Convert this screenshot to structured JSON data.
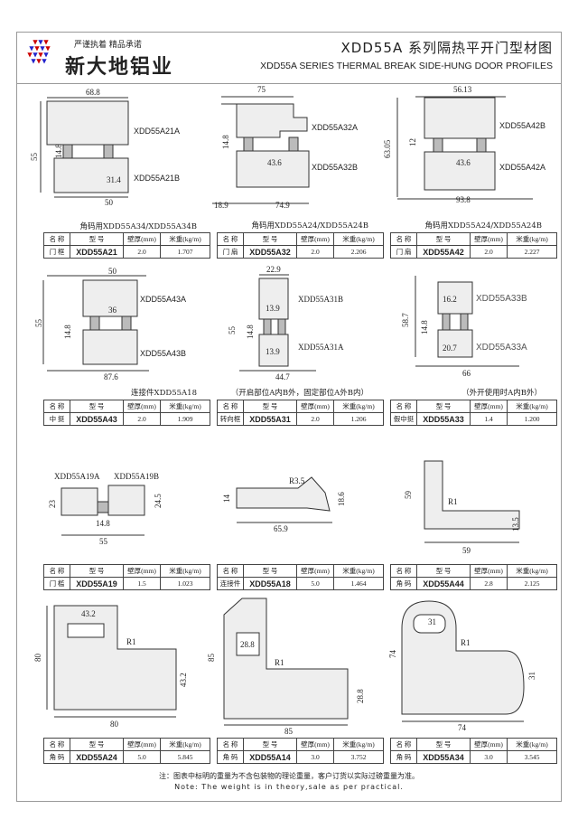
{
  "header": {
    "slogan": "严谨执着 精品承诺",
    "brand": "新大地铝业",
    "title_cn": "XDD55A 系列隔热平开门型材图",
    "title_en": "XDD55A  SERIES THERMAL BREAK SIDE-HUNG DOOR PROFILES"
  },
  "table_headers": [
    "名 称",
    "型 号",
    "壁厚(mm)",
    "米重(kg/m)"
  ],
  "cells": [
    {
      "dims": [
        "68.8",
        "55",
        "14.8",
        "31.4",
        "50"
      ],
      "parts": [
        "XDD55A21A",
        "XDD55A21B"
      ],
      "caption": "角码用XDD55A34/XDD55A34B",
      "row": [
        "门 框",
        "XDD55A21",
        "2.0",
        "1.707"
      ]
    },
    {
      "dims": [
        "75",
        "14.8",
        "43.6",
        "18.9",
        "74.9"
      ],
      "parts": [
        "XDD55A32A",
        "XDD55A32B"
      ],
      "caption": "角码用XDD55A24/XDD55A24B",
      "row": [
        "门 扇",
        "XDD55A32",
        "2.0",
        "2.206"
      ]
    },
    {
      "dims": [
        "56.13",
        "63.05",
        "12",
        "43.6",
        "93.8"
      ],
      "parts": [
        "XDD55A42B",
        "XDD55A42A"
      ],
      "caption": "角码用XDD55A24/XDD55A24B",
      "row": [
        "门 扇",
        "XDD55A42",
        "2.0",
        "2.227"
      ]
    },
    {
      "dims": [
        "50",
        "36",
        "55",
        "14.8",
        "87.6"
      ],
      "parts": [
        "XDD55A43A",
        "XDD55A43B"
      ],
      "caption": "连接件XDD55A18",
      "row": [
        "中 挺",
        "XDD55A43",
        "2.0",
        "1.909"
      ]
    },
    {
      "dims": [
        "22.9",
        "13.9",
        "55",
        "14.8",
        "13.9",
        "44.7"
      ],
      "parts": [
        "XDD55A31B",
        "XDD55A31A"
      ],
      "caption": "（开启部位A内B外，固定部位A外B内）",
      "row": [
        "转向框",
        "XDD55A31",
        "2.0",
        "1.206"
      ]
    },
    {
      "dims": [
        "16.2",
        "58.7",
        "14.8",
        "20.7",
        "66"
      ],
      "parts": [
        "XDD55A33B",
        "XDD55A33A"
      ],
      "caption": "（外开使用时A内B外）",
      "row": [
        "假中挺",
        "XDD55A33",
        "1.4",
        "1.200"
      ]
    },
    {
      "dims": [
        "23",
        "24.5",
        "14.8",
        "55"
      ],
      "parts": [
        "XDD55A19A",
        "XDD55A19B"
      ],
      "row": [
        "门 槛",
        "XDD55A19",
        "1.5",
        "1.023"
      ]
    },
    {
      "dims": [
        "R3.5",
        "14",
        "18.6",
        "65.9"
      ],
      "row": [
        "连接件",
        "XDD55A18",
        "5.0",
        "1.464"
      ]
    },
    {
      "dims": [
        "59",
        "R1",
        "13.5",
        "59"
      ],
      "row": [
        "角 码",
        "XDD55A44",
        "2.8",
        "2.125"
      ]
    },
    {
      "dims": [
        "43.2",
        "80",
        "R1",
        "43.2",
        "80"
      ],
      "row": [
        "角 码",
        "XDD55A24",
        "5.0",
        "5.845"
      ]
    },
    {
      "dims": [
        "28.8",
        "85",
        "R1",
        "28.8",
        "85"
      ],
      "row": [
        "角 码",
        "XDD55A14",
        "3.0",
        "3.752"
      ]
    },
    {
      "dims": [
        "31",
        "74",
        "R1",
        "31",
        "74"
      ],
      "row": [
        "角 码",
        "XDD55A34",
        "3.0",
        "3.545"
      ]
    }
  ],
  "note": {
    "cn": "注：图表中标明的重量为不含包装物的理论重量，客户订货以实际过磅重量为准。",
    "en": "Note: The weight is in theory,sale as per practical."
  }
}
